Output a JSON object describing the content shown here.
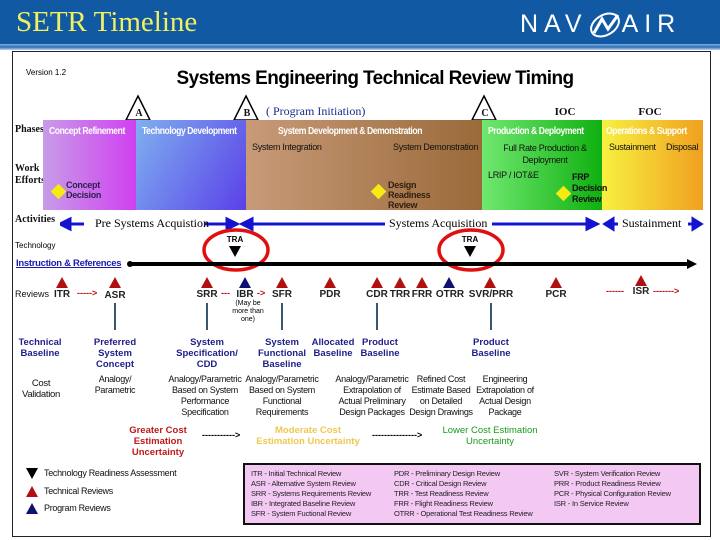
{
  "header": {
    "title": "SETR Timeline",
    "logo_text_left": "NAV",
    "logo_text_right": "AIR"
  },
  "diagram": {
    "version": "Version 1.2",
    "title": "Systems Engineering Technical Review Timing",
    "milestones": [
      "A",
      "B",
      "C"
    ],
    "program_initiation": "( Program Initiation)",
    "ioc": "IOC",
    "foc": "FOC",
    "row_labels": {
      "phases": "Phases",
      "work": "Work",
      "efforts": "Efforts",
      "activities": "Activities",
      "technology": "Technology",
      "reviews": "Reviews",
      "technical_baseline": "Technical Baseline",
      "cost_validation": "Cost Validation"
    },
    "phases": [
      {
        "name": "Concept Refinement",
        "color": "#c040e0"
      },
      {
        "name": "Technology Development",
        "color": "#6a70f0"
      },
      {
        "name": "System Development & Demonstration",
        "color": "#a87850"
      },
      {
        "name": "Production & Deployment",
        "color": "#30c030"
      },
      {
        "name": "Operations & Support",
        "color": "#f0c020"
      }
    ],
    "work_efforts": {
      "concept_decision": "Concept Decision",
      "system_integration": "System Integration",
      "system_demonstration": "System Demonstration",
      "design_readiness": "Design Readiness Review",
      "full_rate": "Full Rate Production & Deployment",
      "lrip": "LRIP / IOT&E",
      "frp": "FRP Decision Review",
      "sustainment": "Sustainment",
      "disposal": "Disposal"
    },
    "activities": {
      "pre": "Pre Systems Acquistion",
      "acq": "Systems Acquisition",
      "sus": "Sustainment"
    },
    "tra": "TRA",
    "instruction_link": "Instruction & References",
    "reviews": {
      "itr": "ITR",
      "asr": "ASR",
      "srr": "SRR",
      "ibr": "IBR",
      "sfr": "SFR",
      "pdr": "PDR",
      "cdr": "CDR",
      "trr": "TRR",
      "frr": "FRR",
      "otrr": "OTRR",
      "svr": "SVR/PRR",
      "pcr": "PCR",
      "isr": "ISR",
      "maybe": "(May be more than one)"
    },
    "baselines": [
      "Preferred System Concept",
      "System Specification/ CDD",
      "System Functional Baseline",
      "Allocated Baseline",
      "Product Baseline",
      "Product Baseline"
    ],
    "cost": [
      "Analogy/ Parametric",
      "Analogy/Parametric Based on System Performance Specification",
      "Analogy/Parametric Based on System Functional Requirements",
      "Analogy/Parametric Extrapolation of Actual Preliminary Design Packages",
      "Refined Cost Estimate Based on Detailed Design Drawings",
      "Engineering Extrapolation of Actual Design Package"
    ],
    "uncertainty": {
      "greater": "Greater Cost Estimation Uncertainty",
      "moderate": "Moderate Cost Estimation Uncertainty",
      "lower": "Lower Cost Estimation Uncertainty"
    },
    "legend": {
      "tra": "Technology Readiness Assessment",
      "tech": "Technical Reviews",
      "prog": "Program Reviews"
    },
    "acronyms": [
      [
        "ITR - Initial Technical Review",
        "ASR - Alternative System Review",
        "SRR - Systems Requirements Review",
        "IBR - Integrated Baseline Review",
        "SFR - System Fuctional Review"
      ],
      [
        "PDR - Preliminary Design Review",
        "CDR - Critical Design Review",
        "TRR - Test Readiness Review",
        "FRR - Flight Readiness Review",
        "OTRR - Operational Test Readiness Review"
      ],
      [
        "SVR - System Verification Review",
        "PRR - Product Readiness Review",
        "PCR - Physical Configuration Review",
        "ISR - In Service Review"
      ]
    ]
  }
}
